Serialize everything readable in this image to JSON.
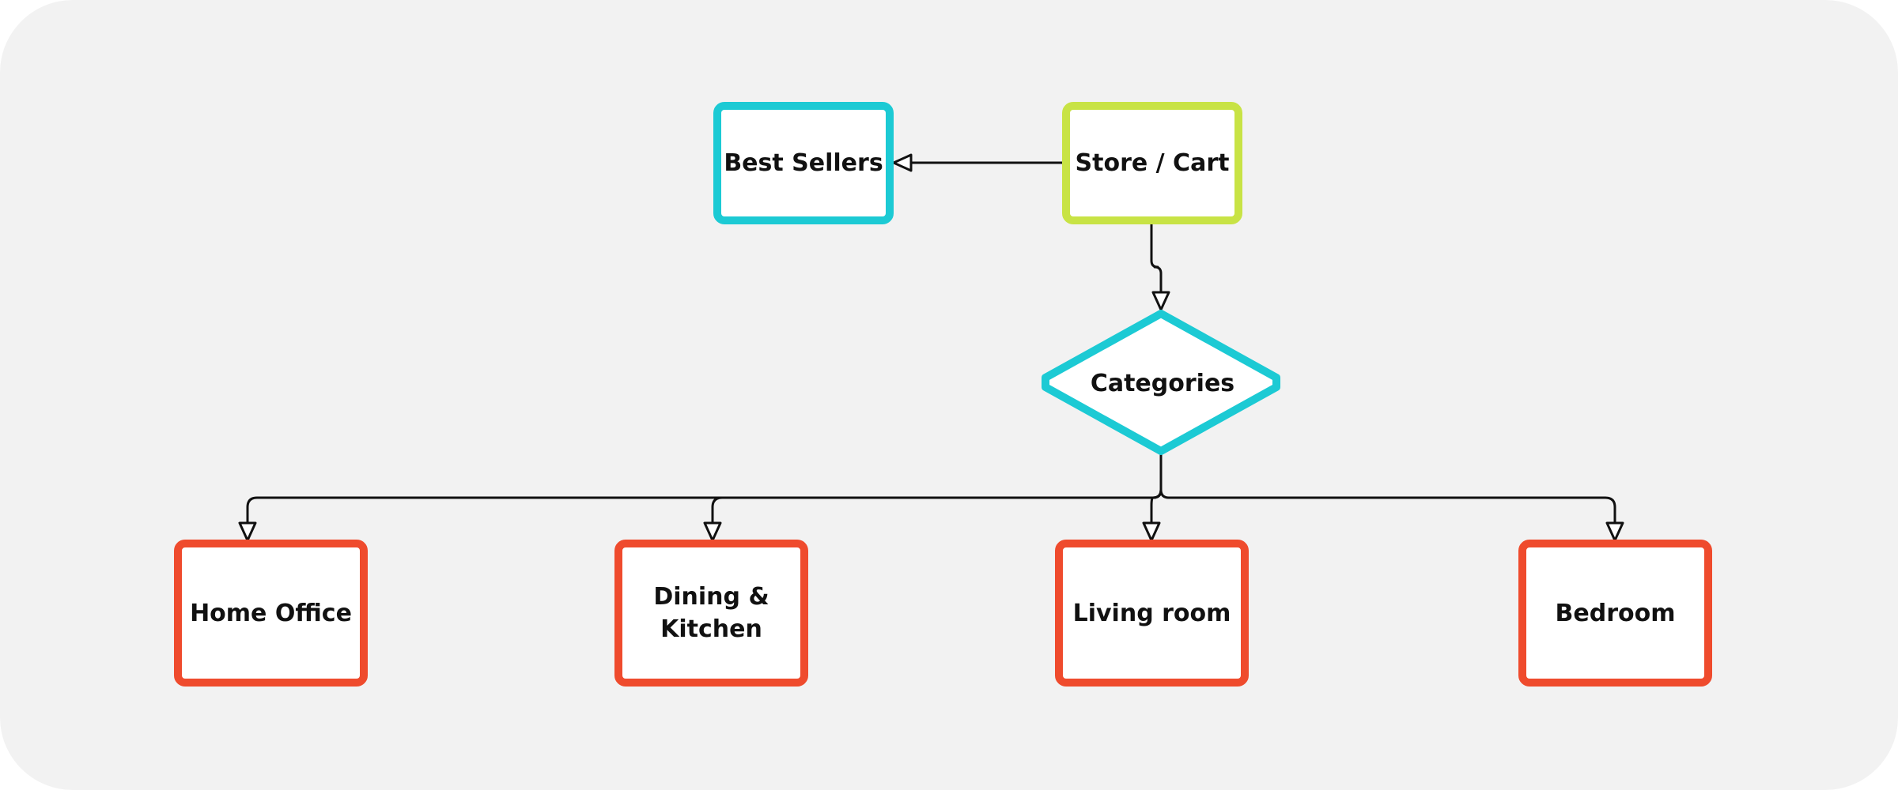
{
  "diagram": {
    "colors": {
      "background": "#f2f2f2",
      "teal": "#1ccad4",
      "lime": "#c8e345",
      "red": "#ef4b2d",
      "connector": "#111111"
    },
    "nodes": {
      "store_cart": {
        "label": "Store / Cart",
        "shape": "rectangle",
        "border": "lime"
      },
      "best_sellers": {
        "label": "Best Sellers",
        "shape": "rectangle",
        "border": "teal"
      },
      "categories": {
        "label": "Categories",
        "shape": "diamond",
        "border": "teal"
      },
      "home_office": {
        "label": "Home Office",
        "shape": "rectangle",
        "border": "red"
      },
      "dining_kitchen": {
        "label": "Dining & Kitchen",
        "shape": "rectangle",
        "border": "red"
      },
      "living_room": {
        "label": "Living room",
        "shape": "rectangle",
        "border": "red"
      },
      "bedroom": {
        "label": "Bedroom",
        "shape": "rectangle",
        "border": "red"
      }
    },
    "edges": [
      {
        "from": "store_cart",
        "to": "best_sellers"
      },
      {
        "from": "store_cart",
        "to": "categories"
      },
      {
        "from": "categories",
        "to": "home_office"
      },
      {
        "from": "categories",
        "to": "dining_kitchen"
      },
      {
        "from": "categories",
        "to": "living_room"
      },
      {
        "from": "categories",
        "to": "bedroom"
      }
    ]
  }
}
